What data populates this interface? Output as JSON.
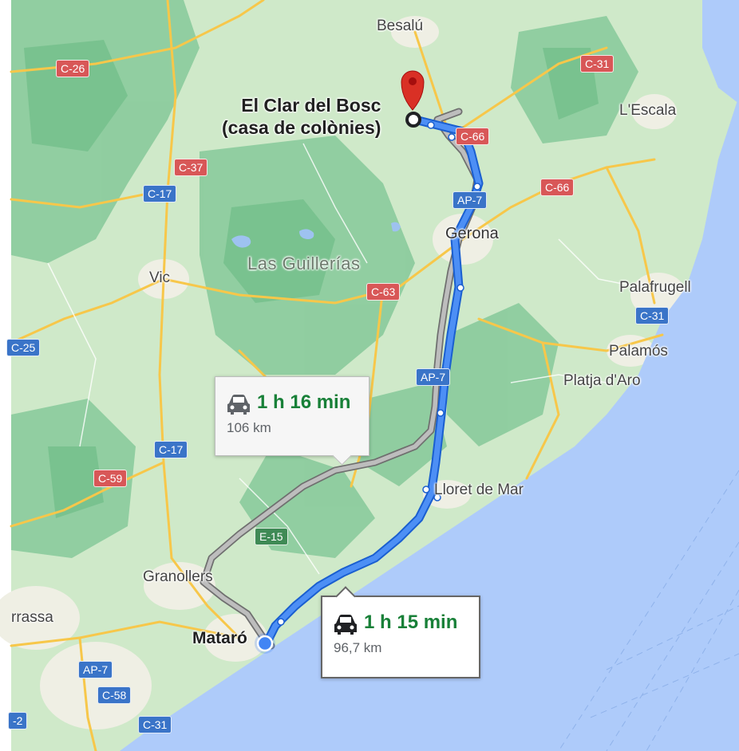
{
  "colors": {
    "route_primary": "#4285F4",
    "route_alt": "#9e9e9e",
    "sea": "#aecbfa",
    "forest": "#7fc694",
    "land": "#cde8c8",
    "urban": "#efefe6",
    "pin": "#d93025",
    "duration": "#188038"
  },
  "places": {
    "besalu": "Besalú",
    "lescala": "L'Escala",
    "gerona": "Gerona",
    "vic": "Vic",
    "las_guillerias": "Las Guillerías",
    "palafrugell": "Palafrugell",
    "palamos": "Palamós",
    "platja_daro": "Platja d'Aro",
    "lloret": "Lloret de Mar",
    "granollers": "Granollers",
    "terrassa": "rrassa",
    "mataro": "Mataró"
  },
  "destination": {
    "line1": "El Clar del Bosc",
    "line2": "(casa de colònies)"
  },
  "roads": {
    "c26": "C-26",
    "c31_ne": "C-31",
    "c66_a": "C-66",
    "c66_b": "C-66",
    "c37": "C-37",
    "c17_n": "C-17",
    "ap7_n": "AP-7",
    "c63": "C-63",
    "c25": "C-25",
    "c31_e": "C-31",
    "ap7_m": "AP-7",
    "c17_s": "C-17",
    "c59": "C-59",
    "e15": "E-15",
    "ap7_s": "AP-7",
    "c58": "C-58",
    "c31_s": "C-31",
    "c2": "-2"
  },
  "routes": {
    "alt": {
      "duration": "1 h 16 min",
      "distance": "106 km",
      "icon": "car-icon"
    },
    "main": {
      "duration": "1 h 15 min",
      "distance": "96,7 km",
      "icon": "car-icon"
    }
  }
}
